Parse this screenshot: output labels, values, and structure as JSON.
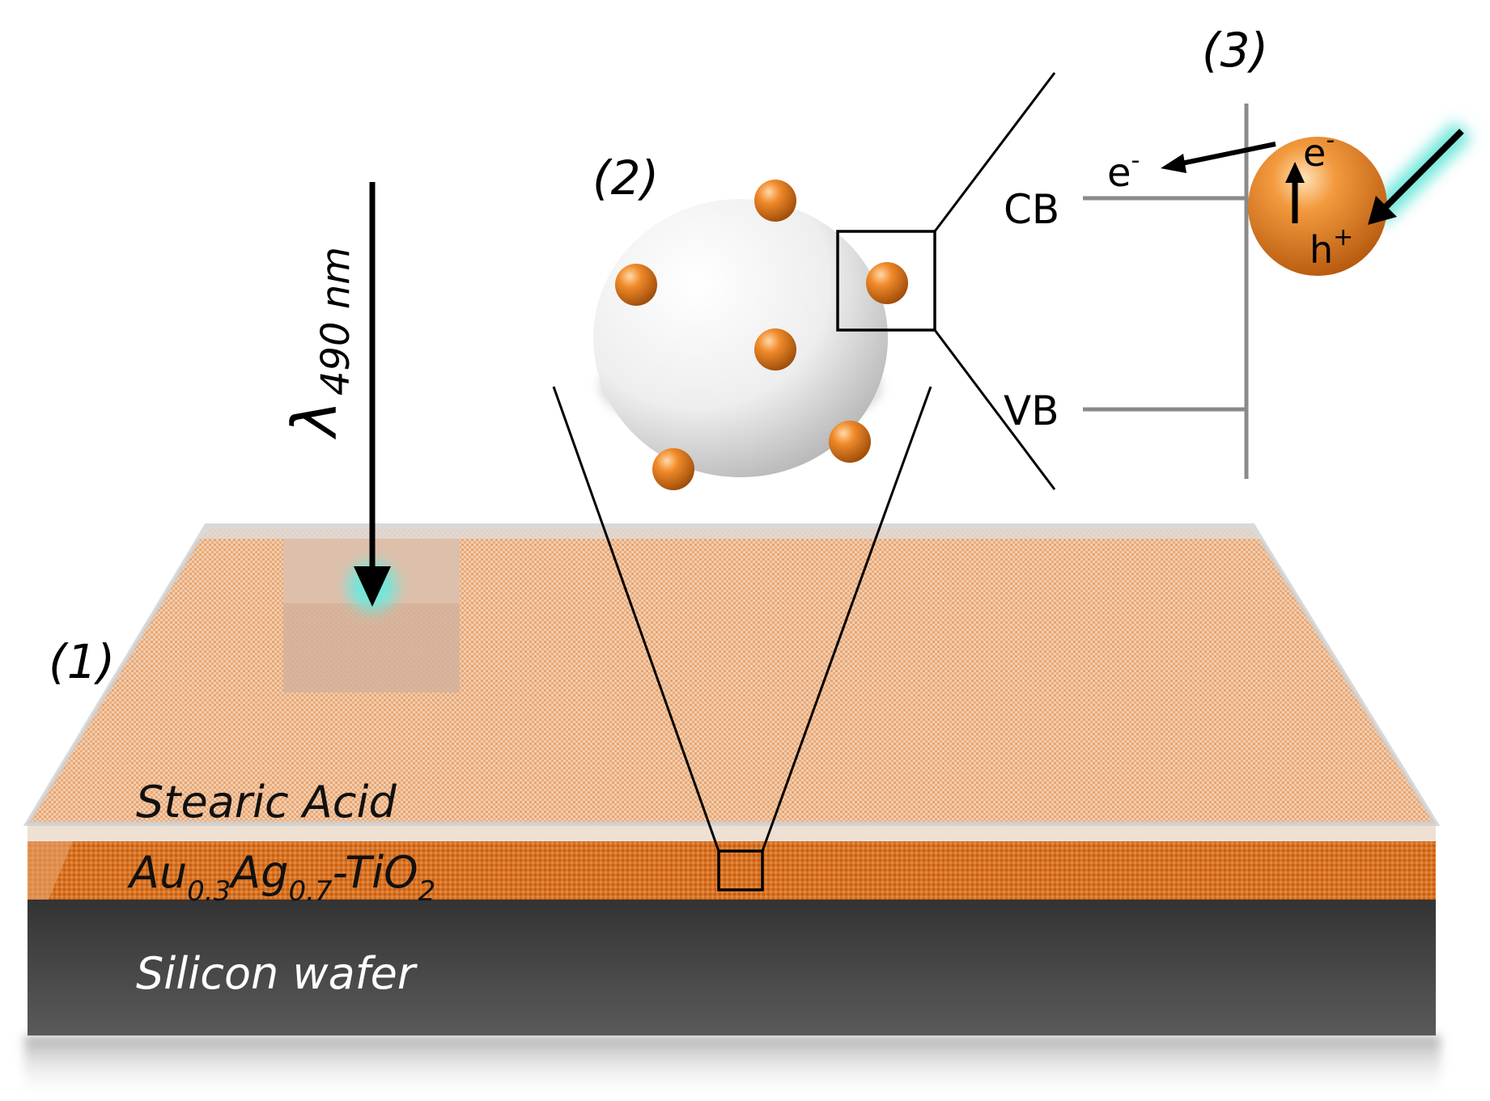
{
  "labels": {
    "panel_1": "(1)",
    "panel_2": "(2)",
    "panel_3": "(3)",
    "wavelength_symbol": "λ",
    "wavelength_value": "490 nm",
    "stearic_acid": "Stearic Acid",
    "catalyst_au": "Au",
    "catalyst_au_sub": "0.3",
    "catalyst_ag": "Ag",
    "catalyst_ag_sub": "0.7",
    "catalyst_tio": "-TiO",
    "catalyst_tio_sub": "2",
    "silicon_wafer": "Silicon wafer",
    "cb": "CB",
    "vb": "VB",
    "electron_free": "e",
    "electron_free_sup": "-",
    "electron_np": "e",
    "electron_np_sup": "-",
    "hole": "h",
    "hole_sup": "+"
  },
  "colors": {
    "stearic_layer": "#e8b48e",
    "stearic_window": "#d4b39e",
    "catalyst_layer": "#d46b1e",
    "silicon_top": "#3c3c3c",
    "silicon_bottom": "#555555",
    "nanoparticle": "#e07a1c",
    "tio2_sphere": "#f4f4f4",
    "light_glow": "#6fe7dc",
    "band_lines": "#8a8a8a",
    "outline": "#000000",
    "silicon_text": "#ffffff"
  }
}
